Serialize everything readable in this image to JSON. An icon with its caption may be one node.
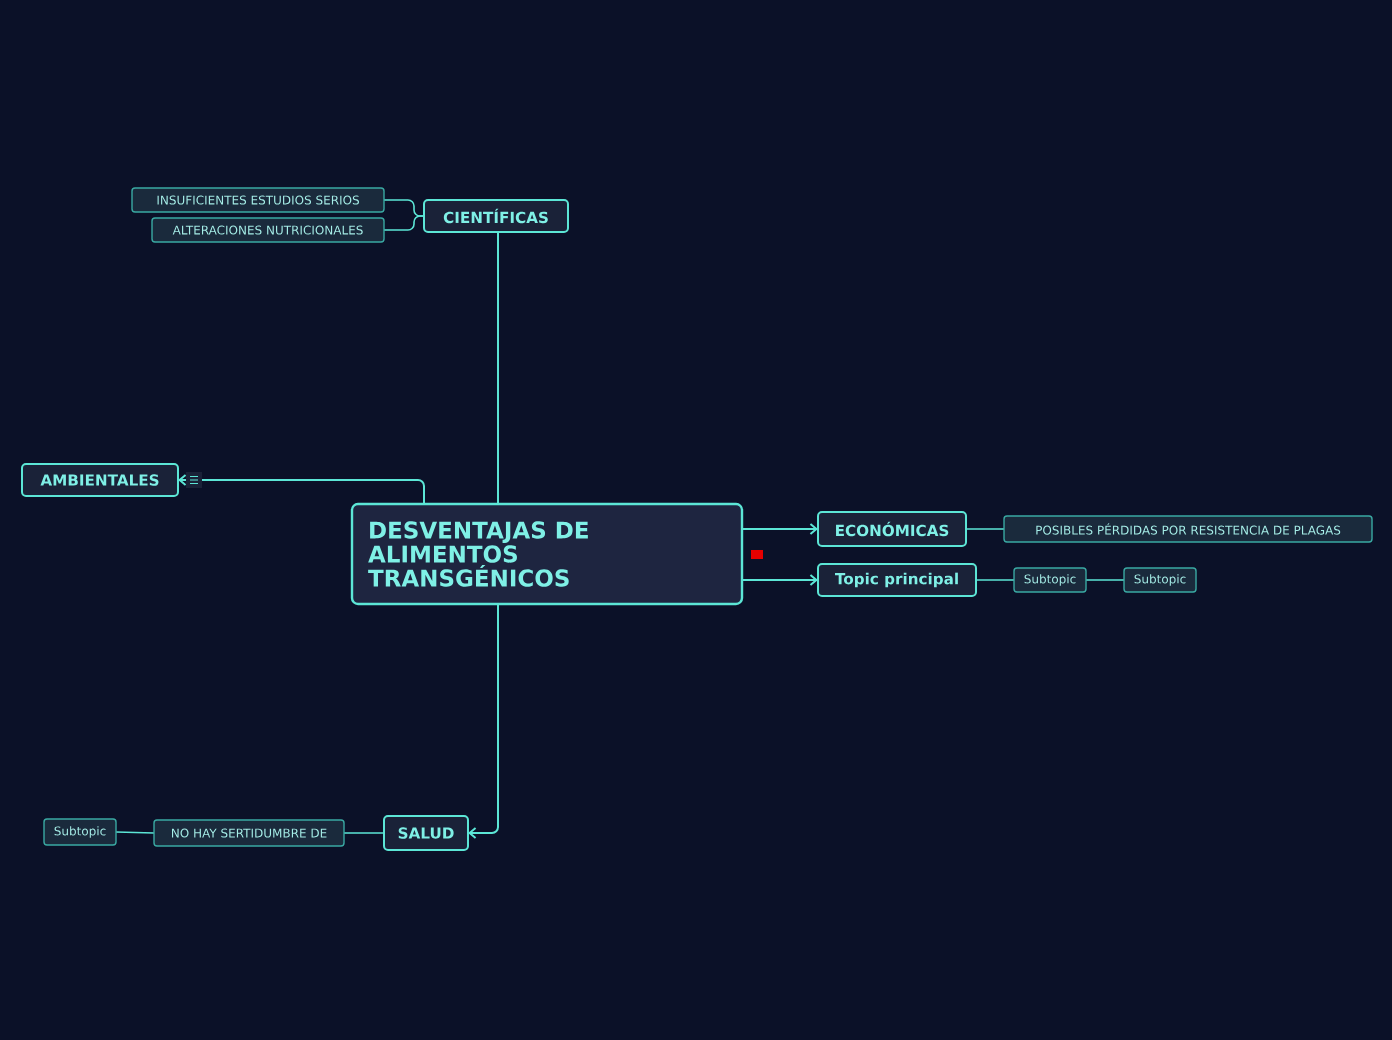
{
  "diagram": {
    "nodes": [
      {
        "text": [
          "DESVENTAJAS DE ALIMENTOS TRANSGÉNICOS"
        ]
      },
      {
        "text": [
          "CIENTÍFICAS"
        ]
      },
      {
        "text": [
          "INSUFICIENTES ESTUDIOS SERIOS"
        ]
      },
      {
        "text": [
          "ALTERACIONES NUTRICIONALES"
        ]
      },
      {
        "text": [
          "AMBIENTALES"
        ]
      },
      {
        "text": [
          "ECONÓMICAS"
        ]
      },
      {
        "text": [
          "POSIBLES PÉRDIDAS POR RESISTENCIA DE PLAGAS"
        ]
      },
      {
        "text": [
          "Topic principal"
        ]
      },
      {
        "text": [
          "Subtopic"
        ]
      },
      {
        "text": [
          "Subtopic"
        ]
      },
      {
        "text": [
          "SALUD"
        ]
      },
      {
        "text": [
          "NO HAY SERTIDUMBRE DE"
        ]
      },
      {
        "text": [
          "Subtopic"
        ]
      }
    ],
    "edges": [
      {
        "from": 0,
        "to": 1,
        "arrow": "none"
      },
      {
        "from": 1,
        "to": 2,
        "arrow": "none"
      },
      {
        "from": 1,
        "to": 3,
        "arrow": "none"
      },
      {
        "from": 0,
        "to": 4,
        "arrow": "to"
      },
      {
        "from": 0,
        "to": 5,
        "arrow": "to"
      },
      {
        "from": 5,
        "to": 6,
        "arrow": "none"
      },
      {
        "from": 0,
        "to": 7,
        "arrow": "to"
      },
      {
        "from": 7,
        "to": 8,
        "arrow": "none"
      },
      {
        "from": 8,
        "to": 9,
        "arrow": "none"
      },
      {
        "from": 0,
        "to": 10,
        "arrow": "to"
      },
      {
        "from": 10,
        "to": 11,
        "arrow": "none"
      },
      {
        "from": 11,
        "to": 12,
        "arrow": "none"
      }
    ]
  }
}
